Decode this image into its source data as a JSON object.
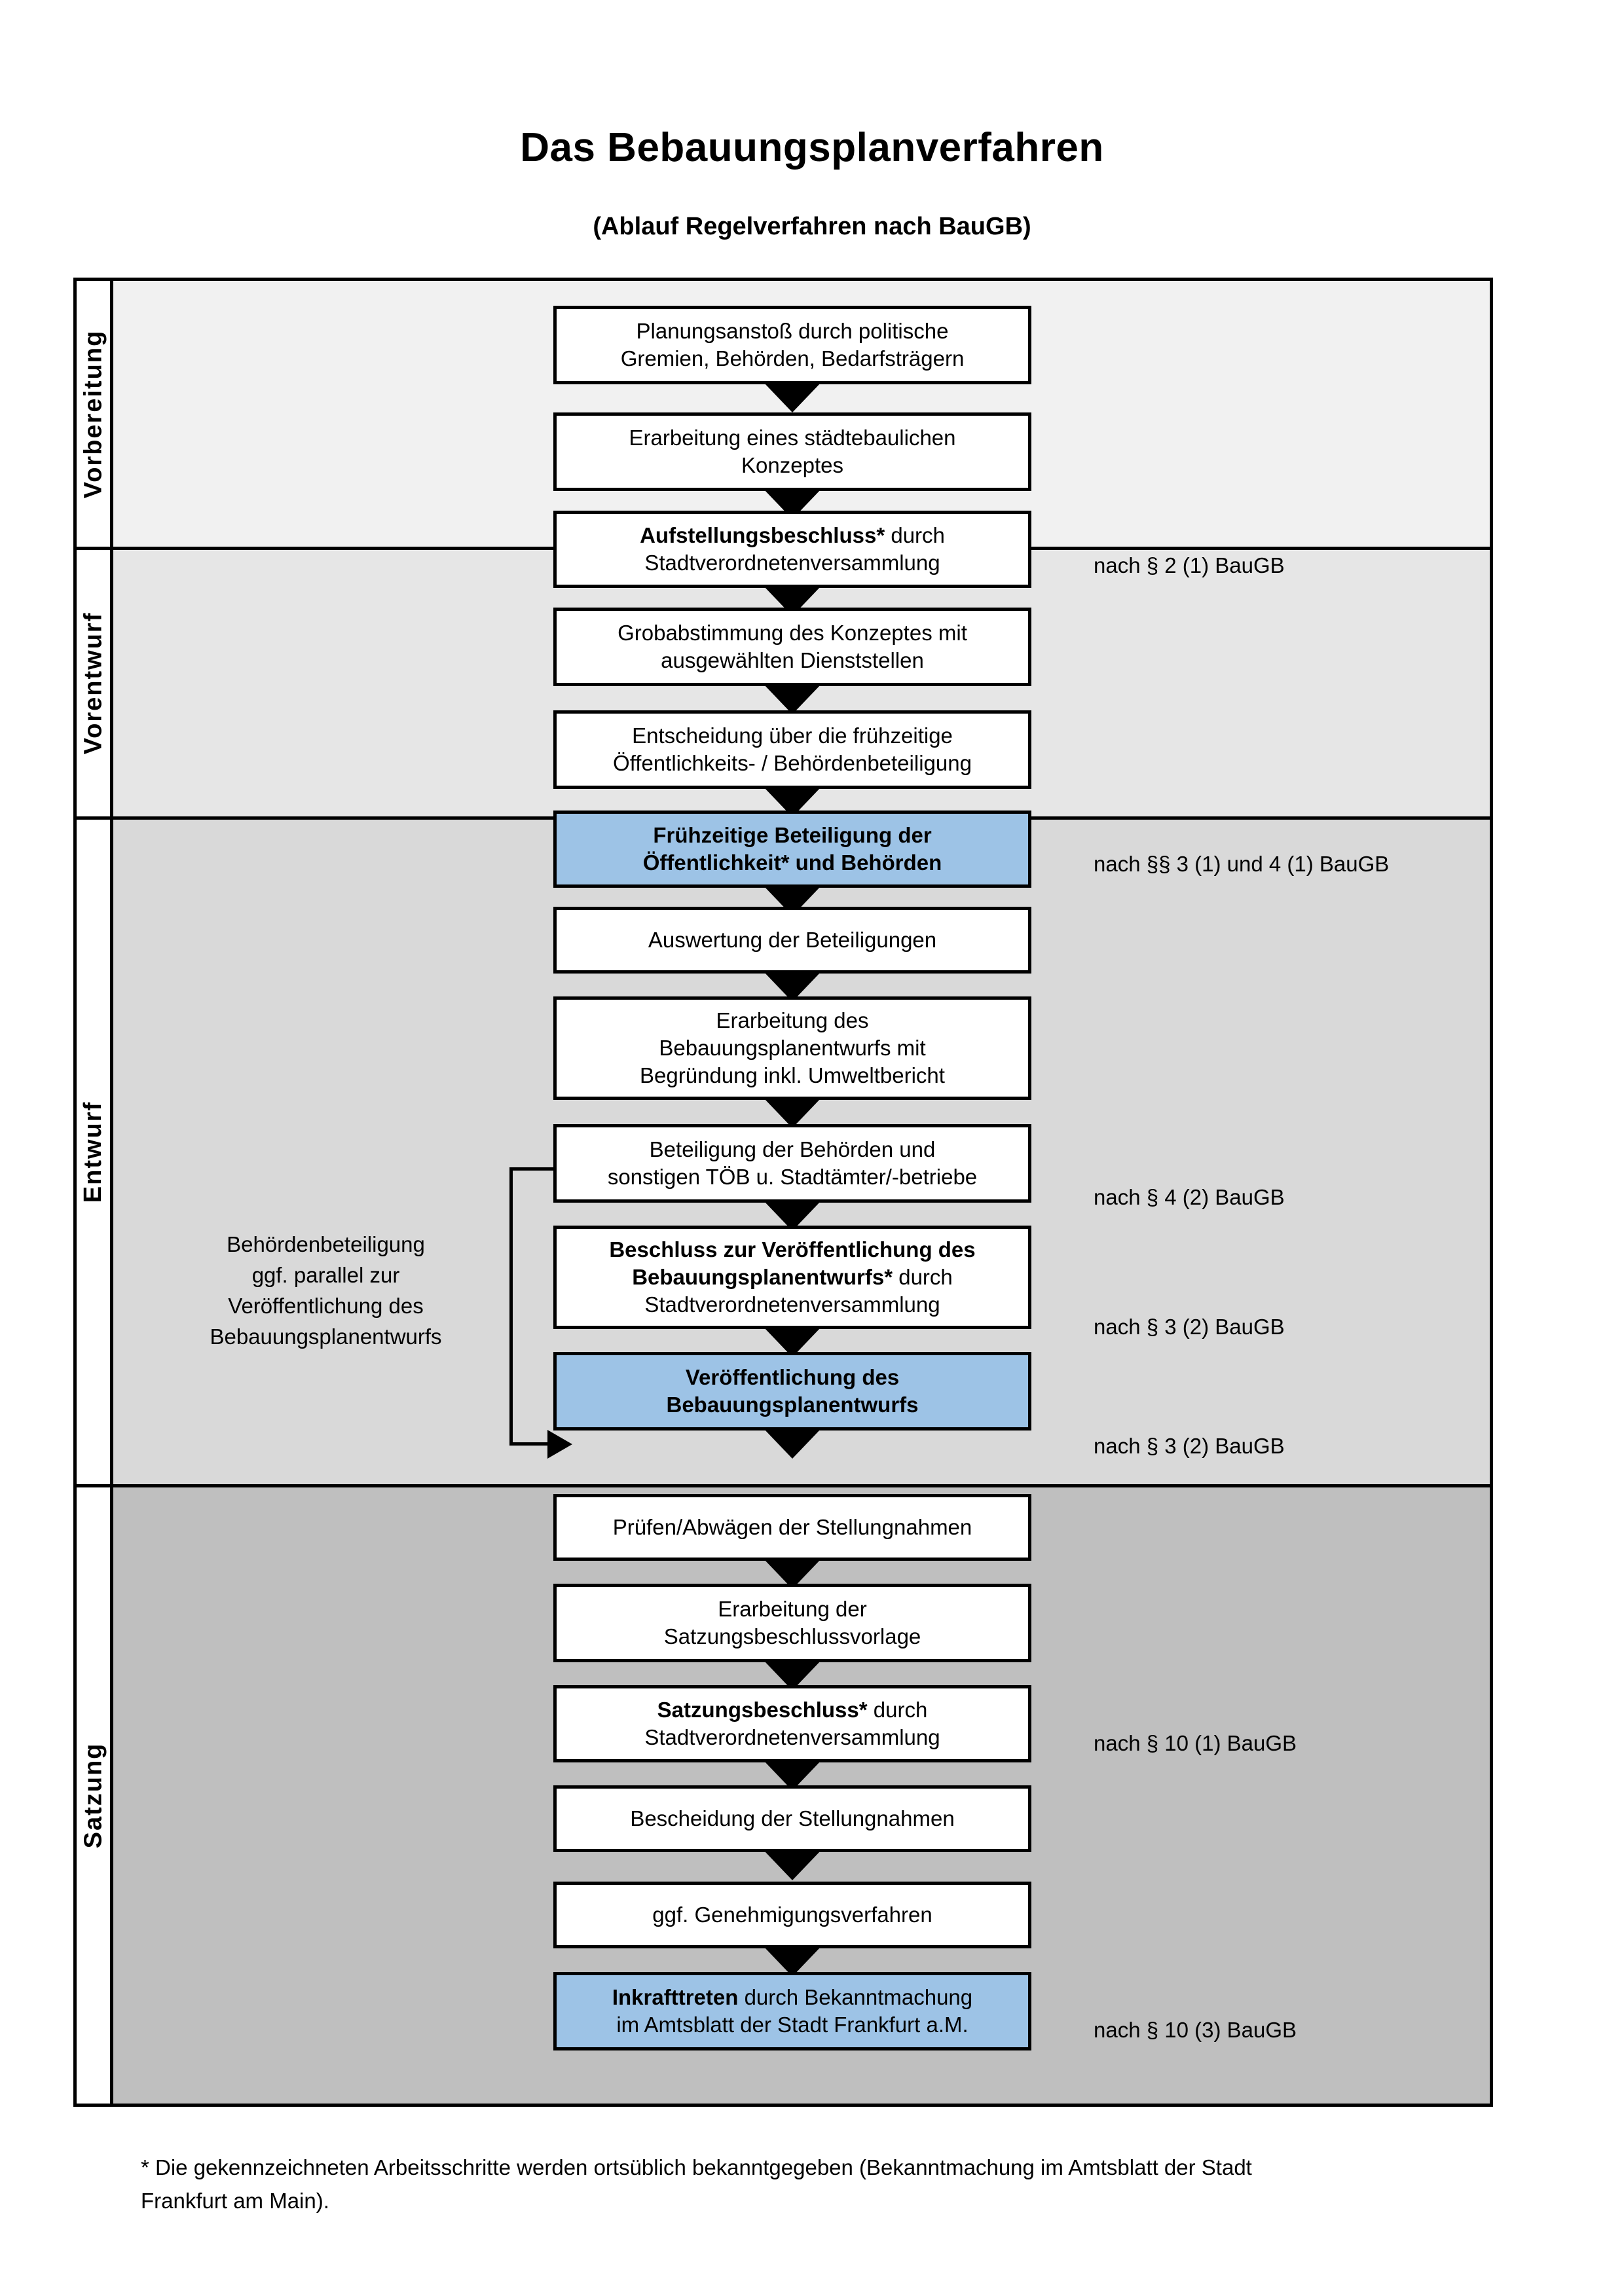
{
  "title": "Das Bebauungsplanverfahren",
  "subtitle": "(Ablauf Regelverfahren nach BauGB)",
  "phases": [
    {
      "label": "Vorbereitung",
      "band_color": "#F1F1F1"
    },
    {
      "label": "Vorentwurf",
      "band_color": "#E6E6E6"
    },
    {
      "label": "Entwurf",
      "band_color": "#D9D9D9"
    },
    {
      "label": "Satzung",
      "band_color": "#BFBFBF"
    }
  ],
  "accent_blue": "#9DC3E6",
  "steps": [
    {
      "id": "planungsanstoss",
      "phase": "Vorbereitung",
      "lines": [
        "Planungsanstoß durch politische",
        "Gremien, Behörden, Bedarfsträgern"
      ],
      "bold_lead": "",
      "highlight": false
    },
    {
      "id": "staedtebauliches-konzept",
      "phase": "Vorbereitung",
      "lines": [
        "Erarbeitung eines städtebaulichen",
        "Konzeptes"
      ],
      "bold_lead": "",
      "highlight": false
    },
    {
      "id": "aufstellungsbeschluss",
      "phase": "Vorbereitung",
      "lines": [
        "Aufstellungsbeschluss* durch",
        "Stadtverordnetenversammlung"
      ],
      "bold_lead": "Aufstellungsbeschluss*",
      "highlight": false
    },
    {
      "id": "grobabstimmung",
      "phase": "Vorentwurf",
      "lines": [
        "Grobabstimmung des Konzeptes mit",
        "ausgewählten Dienststellen"
      ],
      "bold_lead": "",
      "highlight": false
    },
    {
      "id": "entscheidung-fruehzeitige",
      "phase": "Vorentwurf",
      "lines": [
        "Entscheidung über die frühzeitige",
        "Öffentlichkeits- / Behördenbeteiligung"
      ],
      "bold_lead": "",
      "highlight": false
    },
    {
      "id": "fruehzeitige-beteiligung",
      "phase": "Vorentwurf",
      "lines": [
        "Frühzeitige Beteiligung der",
        "Öffentlichkeit* und Behörden"
      ],
      "bold_lead": "ALL",
      "highlight": true
    },
    {
      "id": "auswertung-beteiligungen",
      "phase": "Entwurf",
      "lines": [
        "Auswertung der Beteiligungen"
      ],
      "bold_lead": "",
      "highlight": false
    },
    {
      "id": "erarbeitung-entwurf",
      "phase": "Entwurf",
      "lines": [
        "Erarbeitung des",
        "Bebauungsplanentwurfs mit",
        "Begründung inkl. Umweltbericht"
      ],
      "bold_lead": "",
      "highlight": false
    },
    {
      "id": "beteiligung-behoerden",
      "phase": "Entwurf",
      "lines": [
        "Beteiligung der Behörden und",
        "sonstigen TÖB u. Stadtämter/-betriebe"
      ],
      "bold_lead": "",
      "highlight": false
    },
    {
      "id": "beschluss-veroeffentlichung",
      "phase": "Entwurf",
      "lines": [
        "Beschluss zur Veröffentlichung des",
        "Bebauungsplanentwurfs* durch",
        "Stadtverordnetenversammlung"
      ],
      "bold_lead": "Beschluss zur Veröffentlichung des Bebauungsplanentwurfs*",
      "highlight": false
    },
    {
      "id": "veroeffentlichung-entwurf",
      "phase": "Entwurf",
      "lines": [
        "Veröffentlichung des",
        "Bebauungsplanentwurfs"
      ],
      "bold_lead": "ALL",
      "highlight": true
    },
    {
      "id": "pruefen-abwaegen",
      "phase": "Satzung",
      "lines": [
        "Prüfen/Abwägen der Stellungnahmen"
      ],
      "bold_lead": "",
      "highlight": false
    },
    {
      "id": "erarbeitung-satzungsvorlage",
      "phase": "Satzung",
      "lines": [
        "Erarbeitung der",
        "Satzungsbeschlussvorlage"
      ],
      "bold_lead": "",
      "highlight": false
    },
    {
      "id": "satzungsbeschluss",
      "phase": "Satzung",
      "lines": [
        "Satzungsbeschluss* durch",
        "Stadtverordnetenversammlung"
      ],
      "bold_lead": "Satzungsbeschluss*",
      "highlight": false
    },
    {
      "id": "bescheidung-stellungnahmen",
      "phase": "Satzung",
      "lines": [
        "Bescheidung der Stellungnahmen"
      ],
      "bold_lead": "",
      "highlight": false
    },
    {
      "id": "genehmigungsverfahren",
      "phase": "Satzung",
      "lines": [
        "ggf. Genehmigungsverfahren"
      ],
      "bold_lead": "",
      "highlight": false
    },
    {
      "id": "inkrafttreten",
      "phase": "Satzung",
      "lines": [
        "Inkrafttreten durch Bekanntmachung",
        "im Amtsblatt der Stadt Frankfurt a.M."
      ],
      "bold_lead": "Inkrafttreten",
      "highlight": true
    }
  ],
  "step_text": {
    "planungsanstoss_l1": "Planungsanstoß durch politische",
    "planungsanstoss_l2": "Gremien, Behörden, Bedarfsträgern",
    "konzept_l1": "Erarbeitung eines städtebaulichen",
    "konzept_l2": "Konzeptes",
    "aufstellung_bold": "Aufstellungsbeschluss*",
    "aufstellung_rest": " durch",
    "aufstellung_l2": "Stadtverordnetenversammlung",
    "grobabstimmung_l1": "Grobabstimmung des Konzeptes mit",
    "grobabstimmung_l2": "ausgewählten Dienststellen",
    "entscheidung_l1": "Entscheidung über die frühzeitige",
    "entscheidung_l2": "Öffentlichkeits- / Behördenbeteiligung",
    "fruehbeteiligung_l1": "Frühzeitige Beteiligung der",
    "fruehbeteiligung_l2": "Öffentlichkeit* und Behörden",
    "auswertung_l1": "Auswertung der Beteiligungen",
    "erarbeitung_l1": "Erarbeitung des",
    "erarbeitung_l2": "Bebauungsplanentwurfs mit",
    "erarbeitung_l3": "Begründung inkl. Umweltbericht",
    "behoerden_l1": "Beteiligung der Behörden und",
    "behoerden_l2": "sonstigen TÖB u. Stadtämter/-betriebe",
    "beschluss_b1": "Beschluss zur Veröffentlichung des",
    "beschluss_b2": "Bebauungsplanentwurfs*",
    "beschluss_rest": " durch",
    "beschluss_l3": "Stadtverordnetenversammlung",
    "veroeff_l1": "Veröffentlichung des",
    "veroeff_l2": "Bebauungsplanentwurfs",
    "pruefen_l1": "Prüfen/Abwägen der Stellungnahmen",
    "satzungsvorlage_l1": "Erarbeitung der",
    "satzungsvorlage_l2": "Satzungsbeschlussvorlage",
    "satzungsbeschluss_bold": "Satzungsbeschluss*",
    "satzungsbeschluss_rest": " durch",
    "satzungsbeschluss_l2": "Stadtverordnetenversammlung",
    "bescheidung_l1": "Bescheidung der Stellungnahmen",
    "genehmigung_l1": "ggf. Genehmigungsverfahren",
    "inkrafttreten_bold": "Inkrafttreten",
    "inkrafttreten_rest": " durch Bekanntmachung",
    "inkrafttreten_l2": "im Amtsblatt der Stadt Frankfurt a.M."
  },
  "side_note": {
    "l1": "Behördenbeteiligung",
    "l2": "ggf. parallel zur",
    "l3": "Veröffentlichung des",
    "l4": "Bebauungsplanentwurfs"
  },
  "legal_notes": [
    {
      "id": "legal-par2-1",
      "text": "nach § 2 (1) BauGB"
    },
    {
      "id": "legal-par3-1-4-1",
      "text": "nach §§ 3 (1) und 4 (1) BauGB"
    },
    {
      "id": "legal-par4-2",
      "text": "nach § 4 (2) BauGB"
    },
    {
      "id": "legal-par3-2-a",
      "text": "nach § 3 (2) BauGB"
    },
    {
      "id": "legal-par3-2-b",
      "text": "nach § 3 (2) BauGB"
    },
    {
      "id": "legal-par10-1",
      "text": "nach § 10 (1) BauGB"
    },
    {
      "id": "legal-par10-3",
      "text": "nach § 10 (3) BauGB"
    }
  ],
  "legal": {
    "n1": "nach § 2 (1) BauGB",
    "n2": "nach §§ 3 (1) und 4 (1) BauGB",
    "n3": "nach § 4 (2) BauGB",
    "n4": "nach § 3 (2) BauGB",
    "n5": "nach § 3 (2) BauGB",
    "n6": "nach § 10 (1) BauGB",
    "n7": "nach § 10 (3) BauGB"
  },
  "footnote": {
    "l1": "* Die gekennzeichneten Arbeitsschritte werden ortsüblich bekanntgegeben (Bekanntmachung im Amtsblatt  der Stadt",
    "l2": "Frankfurt am Main)."
  }
}
